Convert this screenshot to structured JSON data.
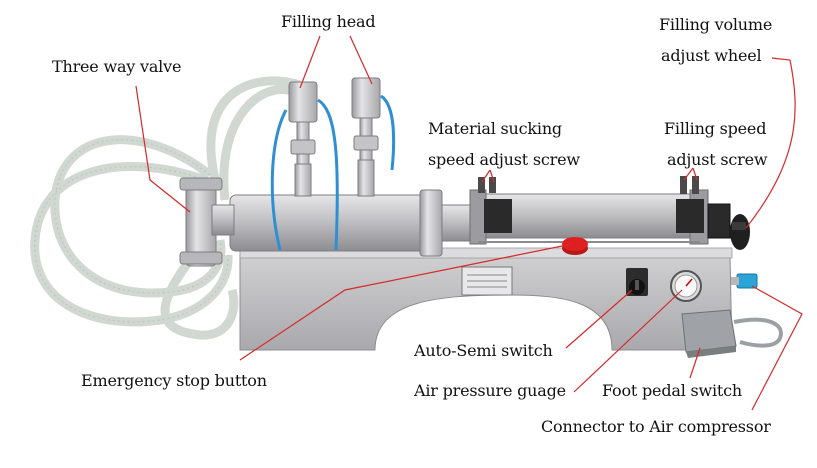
{
  "labels": {
    "filling_head": "Filling head",
    "three_way_valve": "Three way valve",
    "filling_volume_line1": "Filling volume",
    "filling_volume_line2": "adjust wheel",
    "material_sucking_line1": "Material sucking",
    "material_sucking_line2": "speed adjust screw",
    "filling_speed_line1": "Filling speed",
    "filling_speed_line2": "adjust screw",
    "emergency_stop": "Emergency stop button",
    "auto_semi": "Auto-Semi switch",
    "air_pressure": "Air pressure guage",
    "foot_pedal": "Foot pedal switch",
    "connector_air": "Connector to Air compressor"
  },
  "colors": {
    "leader_line": "#d42a2a",
    "steel": "#c9c9cb",
    "steel_dark": "#8a8a8e",
    "stop_button": "#e02020",
    "hose": "#d8dcd8",
    "connector": "#2aa3d6"
  }
}
